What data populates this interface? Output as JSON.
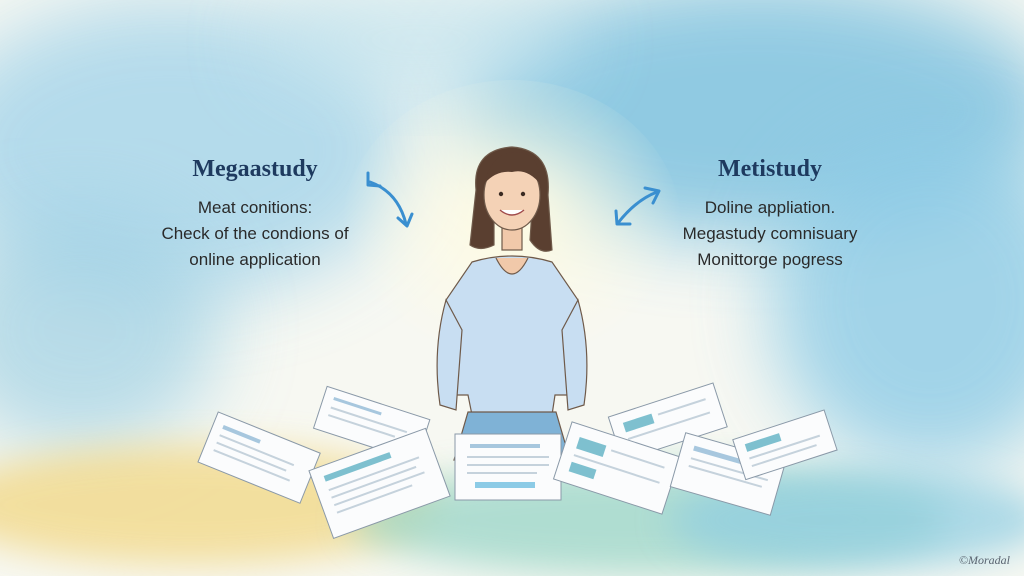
{
  "left_panel": {
    "title": "Megaastudy",
    "lines": [
      "Meat conitions:",
      "Check of the condions of",
      "online application"
    ]
  },
  "right_panel": {
    "title": "Metistudy",
    "lines": [
      "Doline appliation.",
      "Megastudy comnisuary",
      "Monittorge pogress"
    ]
  },
  "signature": "©Moradal",
  "colors": {
    "title": "#1e3a5f",
    "arrow": "#3a8fd0",
    "wash_blue": "#8ccbe6",
    "wash_yellow": "#f2d98a"
  }
}
